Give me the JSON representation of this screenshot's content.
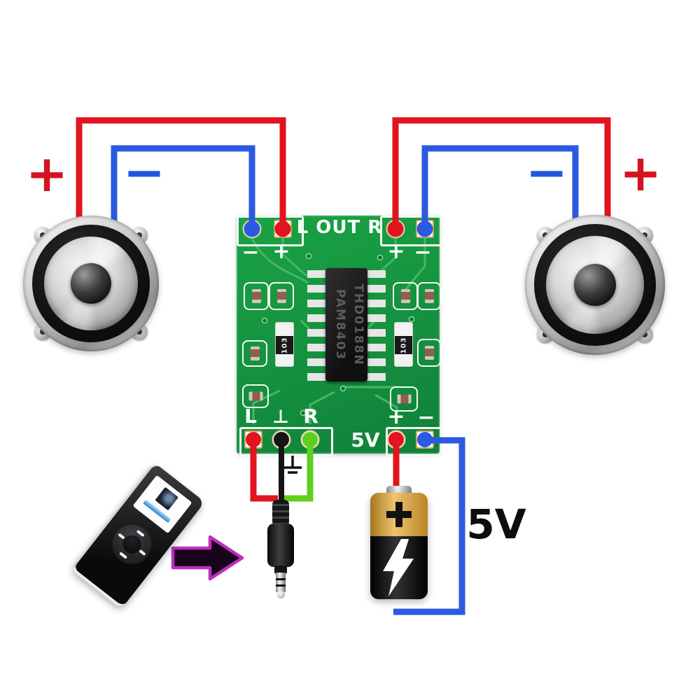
{
  "annotations": {
    "plus_left": "+",
    "minus_left": "−",
    "minus_right": "−",
    "plus_right": "+",
    "supply_voltage": "5V"
  },
  "board": {
    "out_header": "L OUT R",
    "out_left_polarity": [
      "−",
      "+"
    ],
    "out_right_polarity": [
      "+",
      "−"
    ],
    "input_labels": [
      "L",
      "⊥",
      "R"
    ],
    "power_label": "5V",
    "power_polarity": [
      "+",
      "−"
    ],
    "chip": {
      "column_left": "PAM8403",
      "column_right": "THD0188N"
    },
    "resistor_marking": "103"
  },
  "colors": {
    "wire_red": "#e11420",
    "wire_blue": "#2b59e0",
    "wire_green": "#5ecf1e",
    "wire_black": "#141414",
    "pcb_green": "#16923d",
    "arrow_magenta": "#bd2fbd",
    "battery_gold": "#d9a14b",
    "annotation_red": "#d31420",
    "annotation_blue": "#2356e0"
  }
}
